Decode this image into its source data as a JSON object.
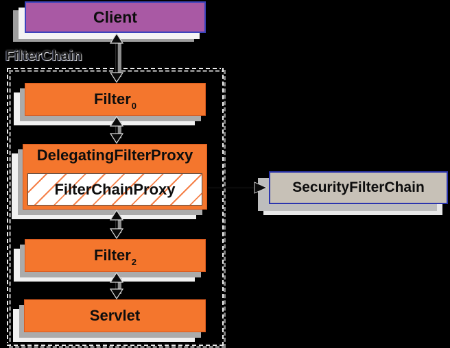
{
  "client": {
    "label": "Client"
  },
  "filter_chain": {
    "label": "FilterChain",
    "filter0": {
      "base": "Filter",
      "sub": "0"
    },
    "delegating_filter_proxy": {
      "label": "DelegatingFilterProxy"
    },
    "filter_chain_proxy": {
      "label": "FilterChainProxy"
    },
    "filter2": {
      "base": "Filter",
      "sub": "2"
    },
    "servlet": {
      "label": "Servlet"
    }
  },
  "security_filter_chain": {
    "label": "SecurityFilterChain"
  },
  "connectors": [
    {
      "name": "client-filter0-arrow",
      "type": "double-headed-vertical"
    },
    {
      "name": "filter0-delegatingfilterproxy-arrow",
      "type": "double-headed-vertical"
    },
    {
      "name": "delegatingfilterproxy-filter2-arrow",
      "type": "double-headed-vertical"
    },
    {
      "name": "filter2-servlet-arrow",
      "type": "double-headed-vertical"
    },
    {
      "name": "filterchainproxy-securityfilterchain-arrow",
      "type": "single-headed-horizontal-right"
    }
  ],
  "colors": {
    "bg": "#000000",
    "orange": "#f4762d",
    "orange-border": "#d85a1e",
    "orange-light": "#f58048",
    "purple": "#a959a4",
    "blue-border": "#3c44bc",
    "tan": "#c7c1b7",
    "tan-border": "#2b35ae",
    "ink": "#0d0d0d"
  }
}
